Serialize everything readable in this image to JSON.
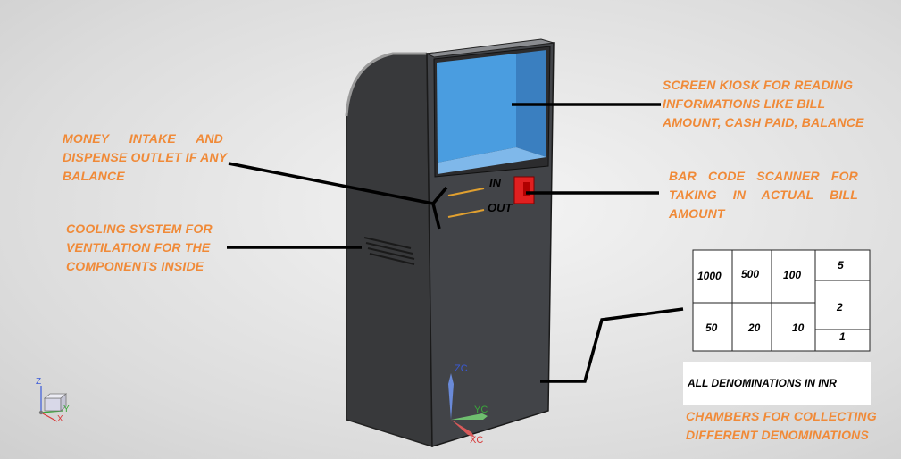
{
  "labels": {
    "screen": [
      "SCREEN KIOSK FOR READING",
      "INFORMATIONS LIKE BILL",
      "AMOUNT, CASH PAID, BALANCE"
    ],
    "money": [
      "MONEY INTAKE AND",
      "DISPENSE OUTLET IF ANY",
      "BALANCE"
    ],
    "barcode": [
      "BAR CODE SCANNER FOR",
      "TAKING IN ACTUAL BILL",
      "AMOUNT"
    ],
    "cooling": [
      "COOLING SYSTEM FOR",
      "VENTILATION FOR THE",
      "COMPONENTS INSIDE"
    ],
    "chambers": [
      "CHAMBERS FOR COLLECTING",
      "DIFFERENT DENOMINATIONS"
    ]
  },
  "slots": {
    "in": "IN",
    "out": "OUT"
  },
  "denominations": {
    "caption": "ALL DENOMINATIONS IN INR",
    "values": [
      "1000",
      "500",
      "100",
      "5",
      "2",
      "50",
      "20",
      "10",
      "1"
    ]
  },
  "axes": {
    "zc": "ZC",
    "yc": "YC",
    "xc": "XC",
    "z": "Z",
    "y": "Y",
    "x": "X"
  },
  "colors": {
    "label": "#f08a38",
    "kiosk_body": "#3f4144",
    "screen": "#4a9de0",
    "scanner": "#e02020"
  }
}
